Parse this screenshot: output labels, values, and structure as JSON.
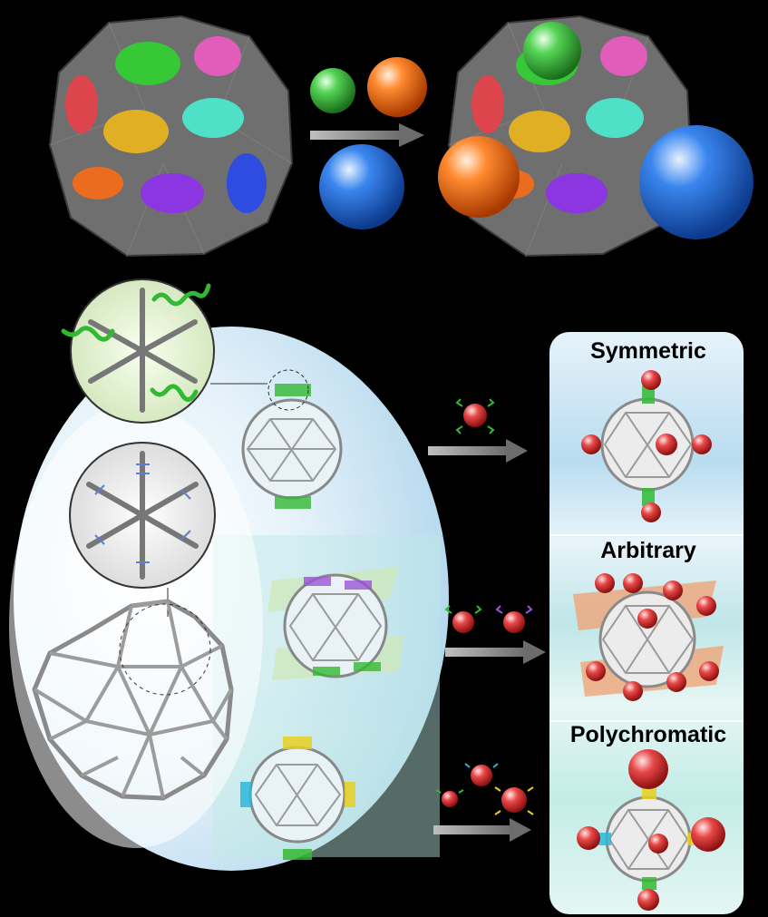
{
  "labels": {
    "symmetric": "Symmetric",
    "arbitrary": "Arbitrary",
    "polychromatic": "Polychromatic"
  },
  "colors": {
    "background": "#000000",
    "polyhedron_gray": "#6f6f6f",
    "patch_red": "#e2424a",
    "patch_magenta": "#e65cc0",
    "patch_green": "#33cc33",
    "patch_yellow": "#e6b21f",
    "patch_cyan": "#4de6cc",
    "patch_orange": "#f26b1a",
    "patch_purple": "#8c33e6",
    "patch_blue": "#2a4be6",
    "ball_green": "#2fae2f",
    "ball_orange": "#f06a10",
    "ball_blue": "#2268d8",
    "nanoparticle_red": "#e03838",
    "panel_bg": "#d8eef8",
    "arrow_gray": "#8a8a8a",
    "dna_strand_green": "#33b833",
    "dna_strand_purple": "#9a55d6",
    "dna_strand_cyan": "#2cb8d8",
    "dna_strand_yellow": "#e8d020"
  }
}
